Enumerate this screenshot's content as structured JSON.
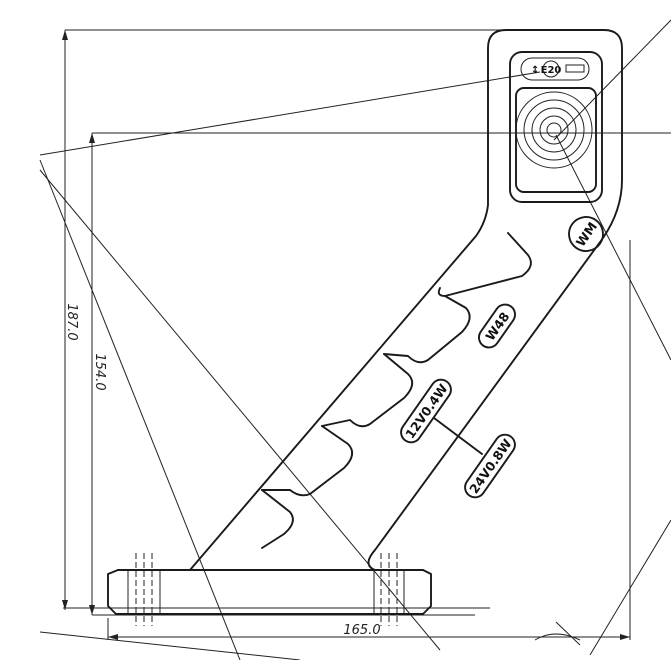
{
  "dimensions": {
    "overall_height": "187.0",
    "inner_height": "154.0",
    "width": "165.0"
  },
  "labels": {
    "wattage_top": "W48",
    "rating_12v": "12V0.4W",
    "rating_24v": "24V0.8W"
  },
  "marking": {
    "approval": "E20",
    "logo": "WM"
  }
}
